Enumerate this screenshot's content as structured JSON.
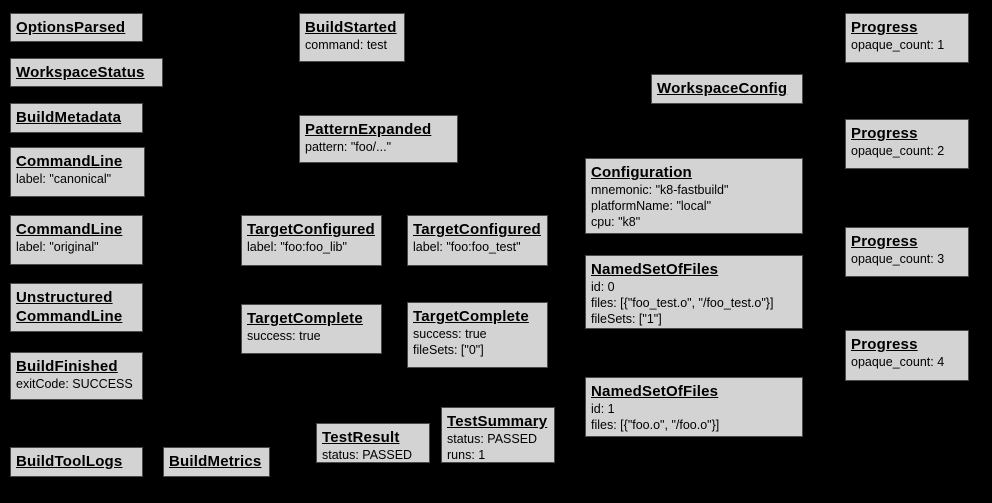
{
  "diagram": {
    "description": "Build event protocol graph",
    "background_color": "#000000",
    "node_fill_color": "#d3d3d3",
    "node_border_color": "#4a4a4a",
    "node_text_color": "#000000"
  },
  "nodes": [
    {
      "title": "OptionsParsed",
      "lines": []
    },
    {
      "title": "WorkspaceStatus",
      "lines": []
    },
    {
      "title": "BuildMetadata",
      "lines": []
    },
    {
      "title": "CommandLine",
      "lines": [
        "label: \"canonical\""
      ]
    },
    {
      "title": "CommandLine",
      "lines": [
        "label: \"original\""
      ]
    },
    {
      "title": "Unstructured CommandLine",
      "lines": []
    },
    {
      "title": "BuildFinished",
      "lines": [
        "exitCode: SUCCESS"
      ]
    },
    {
      "title": "BuildToolLogs",
      "lines": []
    },
    {
      "title": "BuildMetrics",
      "lines": []
    },
    {
      "title": "BuildStarted",
      "lines": [
        "command: test"
      ]
    },
    {
      "title": "PatternExpanded",
      "lines": [
        "pattern: \"foo/...\""
      ]
    },
    {
      "title": "TargetConfigured",
      "lines": [
        "label: \"foo:foo_lib\""
      ]
    },
    {
      "title": "TargetConfigured",
      "lines": [
        "label: \"foo:foo_test\""
      ]
    },
    {
      "title": "TargetComplete",
      "lines": [
        "success: true"
      ]
    },
    {
      "title": "TargetComplete",
      "lines": [
        "success: true",
        "fileSets: [\"0\"]"
      ]
    },
    {
      "title": "TestResult",
      "lines": [
        "status: PASSED"
      ]
    },
    {
      "title": "TestSummary",
      "lines": [
        "status: PASSED",
        "runs: 1"
      ]
    },
    {
      "title": "WorkspaceConfig",
      "lines": []
    },
    {
      "title": "Configuration",
      "lines": [
        "mnemonic: \"k8-fastbuild\"",
        "platformName: \"local\"",
        "cpu: \"k8\""
      ]
    },
    {
      "title": "NamedSetOfFiles",
      "lines": [
        "id: 0",
        "files: [{\"foo_test.o\", \"/foo_test.o\"}]",
        "fileSets: [\"1\"]"
      ]
    },
    {
      "title": "NamedSetOfFiles",
      "lines": [
        "id: 1",
        "files: [{\"foo.o\", \"/foo.o\"}]"
      ]
    },
    {
      "title": "Progress",
      "lines": [
        "opaque_count: 1"
      ]
    },
    {
      "title": "Progress",
      "lines": [
        "opaque_count: 2"
      ]
    },
    {
      "title": "Progress",
      "lines": [
        "opaque_count: 3"
      ]
    },
    {
      "title": "Progress",
      "lines": [
        "opaque_count: 4"
      ]
    }
  ]
}
